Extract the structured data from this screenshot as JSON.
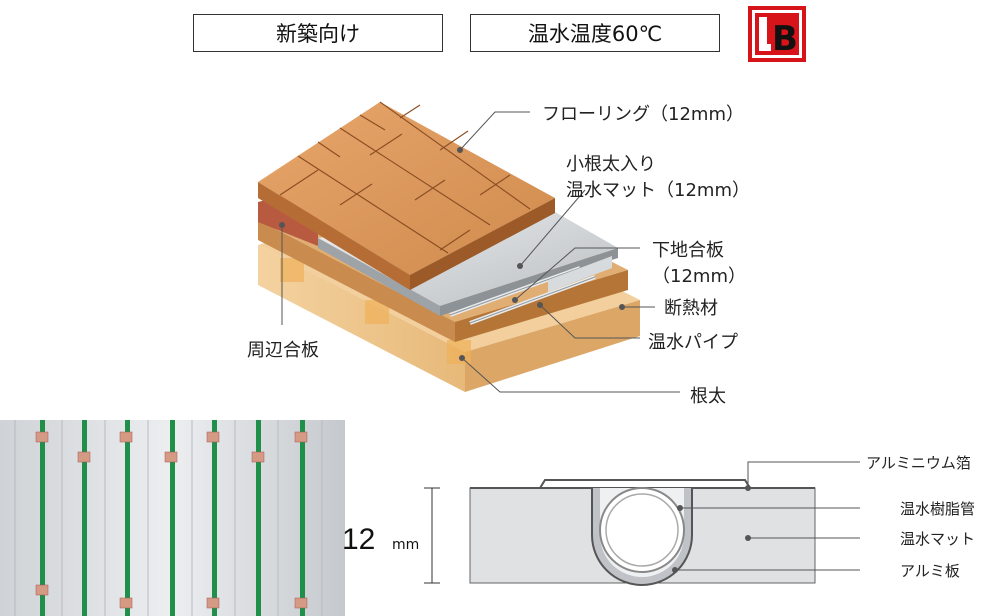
{
  "tags": {
    "construction": "新築向け",
    "water_temp": "温水温度60℃"
  },
  "logo": {
    "letter": "B"
  },
  "layers_3d": {
    "flooring": "フローリング（12mm）",
    "mat_line1": "小根太入り",
    "mat_line2": "温水マット（12mm）",
    "subfloor_line1": "下地合板",
    "subfloor_line2": "（12mm）",
    "insulation": "断熱材",
    "pipe": "温水パイプ",
    "joist": "根太",
    "perimeter": "周辺合板"
  },
  "section": {
    "foil": "アルミニウム箔",
    "resin_pipe": "温水樹脂管",
    "mat": "温水マット",
    "plate": "アルミ板",
    "thickness_value": "12",
    "thickness_unit": "mm"
  },
  "colors": {
    "wood": "#d8935a",
    "wood_dark": "#b06a35",
    "mat_gray": "#d9dcde",
    "pipe_green": "#1f8f4a",
    "logo_red": "#d7141a"
  }
}
